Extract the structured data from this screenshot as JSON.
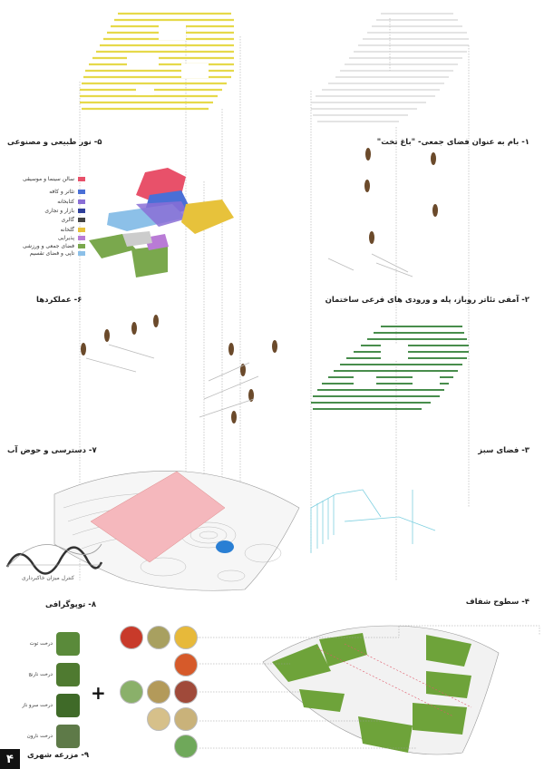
{
  "page": {
    "number": "۴"
  },
  "headings": {
    "h1": "۱- بام به عنوان فضای جمعی- \"باغ تخت\"",
    "h2": "۲- آمفی تئاتر روباز، پله و ورودی های فرعی ساختمان",
    "h3": "۳- فضای سبز",
    "h4": "۴- سطوح شفاف",
    "h5": "۵- نور طبیعی و مصنوعی",
    "h6": "۶- عملکردها",
    "h7": "۷- دسترسی و حوض آب",
    "h8": "۸- توپوگرافی",
    "h9": "۹- مزرعه شهری"
  },
  "legend": [
    {
      "label": "سالن سینما و موسیقی",
      "color": "#e8516a"
    },
    {
      "label": "تئاتر و کافه",
      "color": "#4a6fd6"
    },
    {
      "label": "کتابخانه",
      "color": "#8a6fd6"
    },
    {
      "label": "بازار و تجاری",
      "color": "#2f3f9a"
    },
    {
      "label": "گالری",
      "color": "#444444"
    },
    {
      "label": "گلخانه",
      "color": "#e7c23b"
    },
    {
      "label": "پذیرایی",
      "color": "#b97bd6"
    },
    {
      "label": "فضای جمعی و ورزشی",
      "color": "#7aa84d"
    },
    {
      "label": "تاپی و فضای تقسیم",
      "color": "#8cc0e8"
    }
  ],
  "topography_caption": "کنترل میزان خاکبرداری",
  "trees": [
    {
      "label": "درخت توت"
    },
    {
      "label": "درخت نارنج"
    },
    {
      "label": "درخت سرو ناز"
    },
    {
      "label": "درخت نارون"
    }
  ],
  "colors": {
    "roof_yellow": "#e6d94a",
    "green_roof": "#2e7d32",
    "glass_cyan": "#7fd0e0",
    "pink_plaza": "#f5b8bd",
    "terrain_green": "#6ea33a"
  }
}
